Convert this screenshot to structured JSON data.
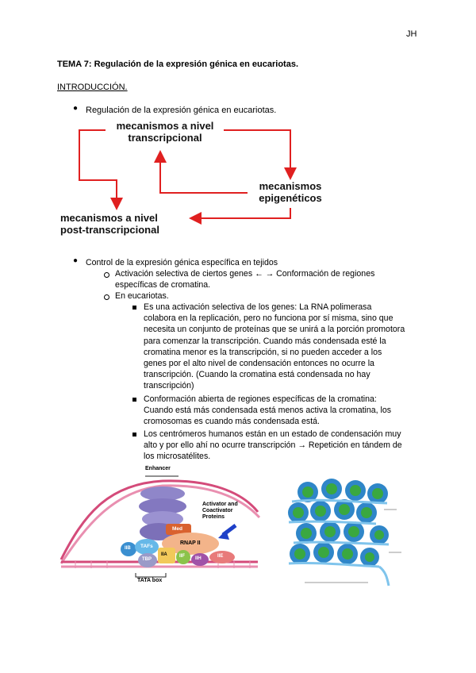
{
  "header": {
    "initials": "JH"
  },
  "title": "TEMA 7: Regulación de la expresión génica en eucariotas.",
  "section_heading": "INTRODUCCIÓN.",
  "bullet1": "Regulación de la expresión génica en eucariotas.",
  "diagram": {
    "node_transcripcional_line1": "mecanismos a nivel",
    "node_transcripcional_line2": "transcripcional",
    "node_epigeneticos_line1": "mecanismos",
    "node_epigeneticos_line2": "epigenéticos",
    "node_post_line1": "mecanismos a nivel",
    "node_post_line2": "post-transcripcional",
    "arrow_color": "#e02020"
  },
  "bullet2": "Control de la expresión génica específica en tejidos",
  "sub1_line1": "Activación selectiva de ciertos genes ← → Conformación de regiones",
  "sub1_line2": "específicas de cromatina.",
  "sub2": "En eucariotas.",
  "item1_lines": [
    "Es una activación selectiva de los genes: La RNA polimerasa",
    "colabora en la replicación, pero no funciona por sí misma, sino que",
    "necesita un conjunto de proteínas que se unirá a la porción promotora",
    "para comenzar la transcripción. Cuando más condensada esté la",
    "cromatina menor es la transcripción, si no pueden acceder a los",
    "genes por el alto nivel de condensación entonces no ocurre la",
    "transcripción. (Cuando la cromatina está condensada no hay",
    "transcripción)"
  ],
  "item2_lines": [
    "Conformación abierta de regiones específicas de la cromatina:",
    "Cuando está más condensada está menos activa la cromatina, los",
    "cromosomas es cuando más condensada está."
  ],
  "item3_lines": [
    "Los centrómeros humanos están en un estado de condensación muy",
    "alto y por ello ahí no ocurre transcripción → Repetición en tándem de",
    "los microsatélites."
  ],
  "figure_left": {
    "enhancer": "Enhancer",
    "activator_line1": "Activator and",
    "activator_line2": "Coactivator",
    "activator_line3": "Proteins",
    "med": "Med",
    "rnap": "RNAP II",
    "tafs": "TAFs",
    "iib": "IIB",
    "tbp": "TBP",
    "iia": "IIA",
    "iif": "IIF",
    "iih": "IIH",
    "iie": "IIE",
    "tata": "TATA box"
  }
}
